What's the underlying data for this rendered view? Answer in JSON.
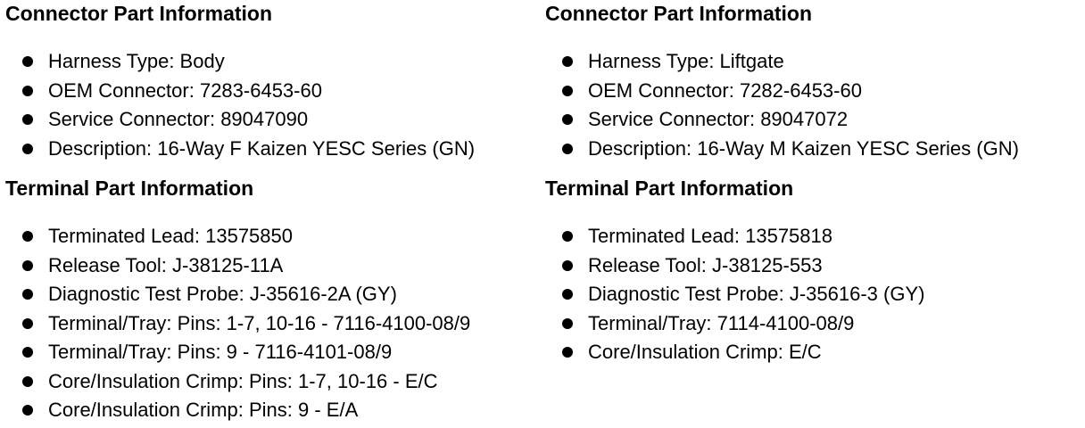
{
  "left": {
    "connector": {
      "heading": "Connector Part Information",
      "items": [
        "Harness Type: Body",
        "OEM Connector: 7283-6453-60",
        "Service Connector: 89047090",
        "Description: 16-Way F Kaizen YESC Series (GN)"
      ]
    },
    "terminal": {
      "heading": "Terminal Part Information",
      "items": [
        "Terminated Lead: 13575850",
        "Release Tool: J-38125-11A",
        "Diagnostic Test Probe: J-35616-2A (GY)",
        "Terminal/Tray: Pins: 1-7, 10-16 - 7116-4100-08/9",
        "Terminal/Tray: Pins: 9 - 7116-4101-08/9",
        "Core/Insulation Crimp: Pins: 1-7, 10-16 - E/C",
        "Core/Insulation Crimp: Pins: 9 - E/A"
      ]
    }
  },
  "right": {
    "connector": {
      "heading": "Connector Part Information",
      "items": [
        "Harness Type: Liftgate",
        "OEM Connector: 7282-6453-60",
        "Service Connector: 89047072",
        "Description: 16-Way M Kaizen YESC Series (GN)"
      ]
    },
    "terminal": {
      "heading": "Terminal Part Information",
      "items": [
        "Terminated Lead: 13575818",
        "Release Tool: J-38125-553",
        "Diagnostic Test Probe: J-35616-3 (GY)",
        "Terminal/Tray: 7114-4100-08/9",
        "Core/Insulation Crimp: E/C"
      ]
    }
  }
}
